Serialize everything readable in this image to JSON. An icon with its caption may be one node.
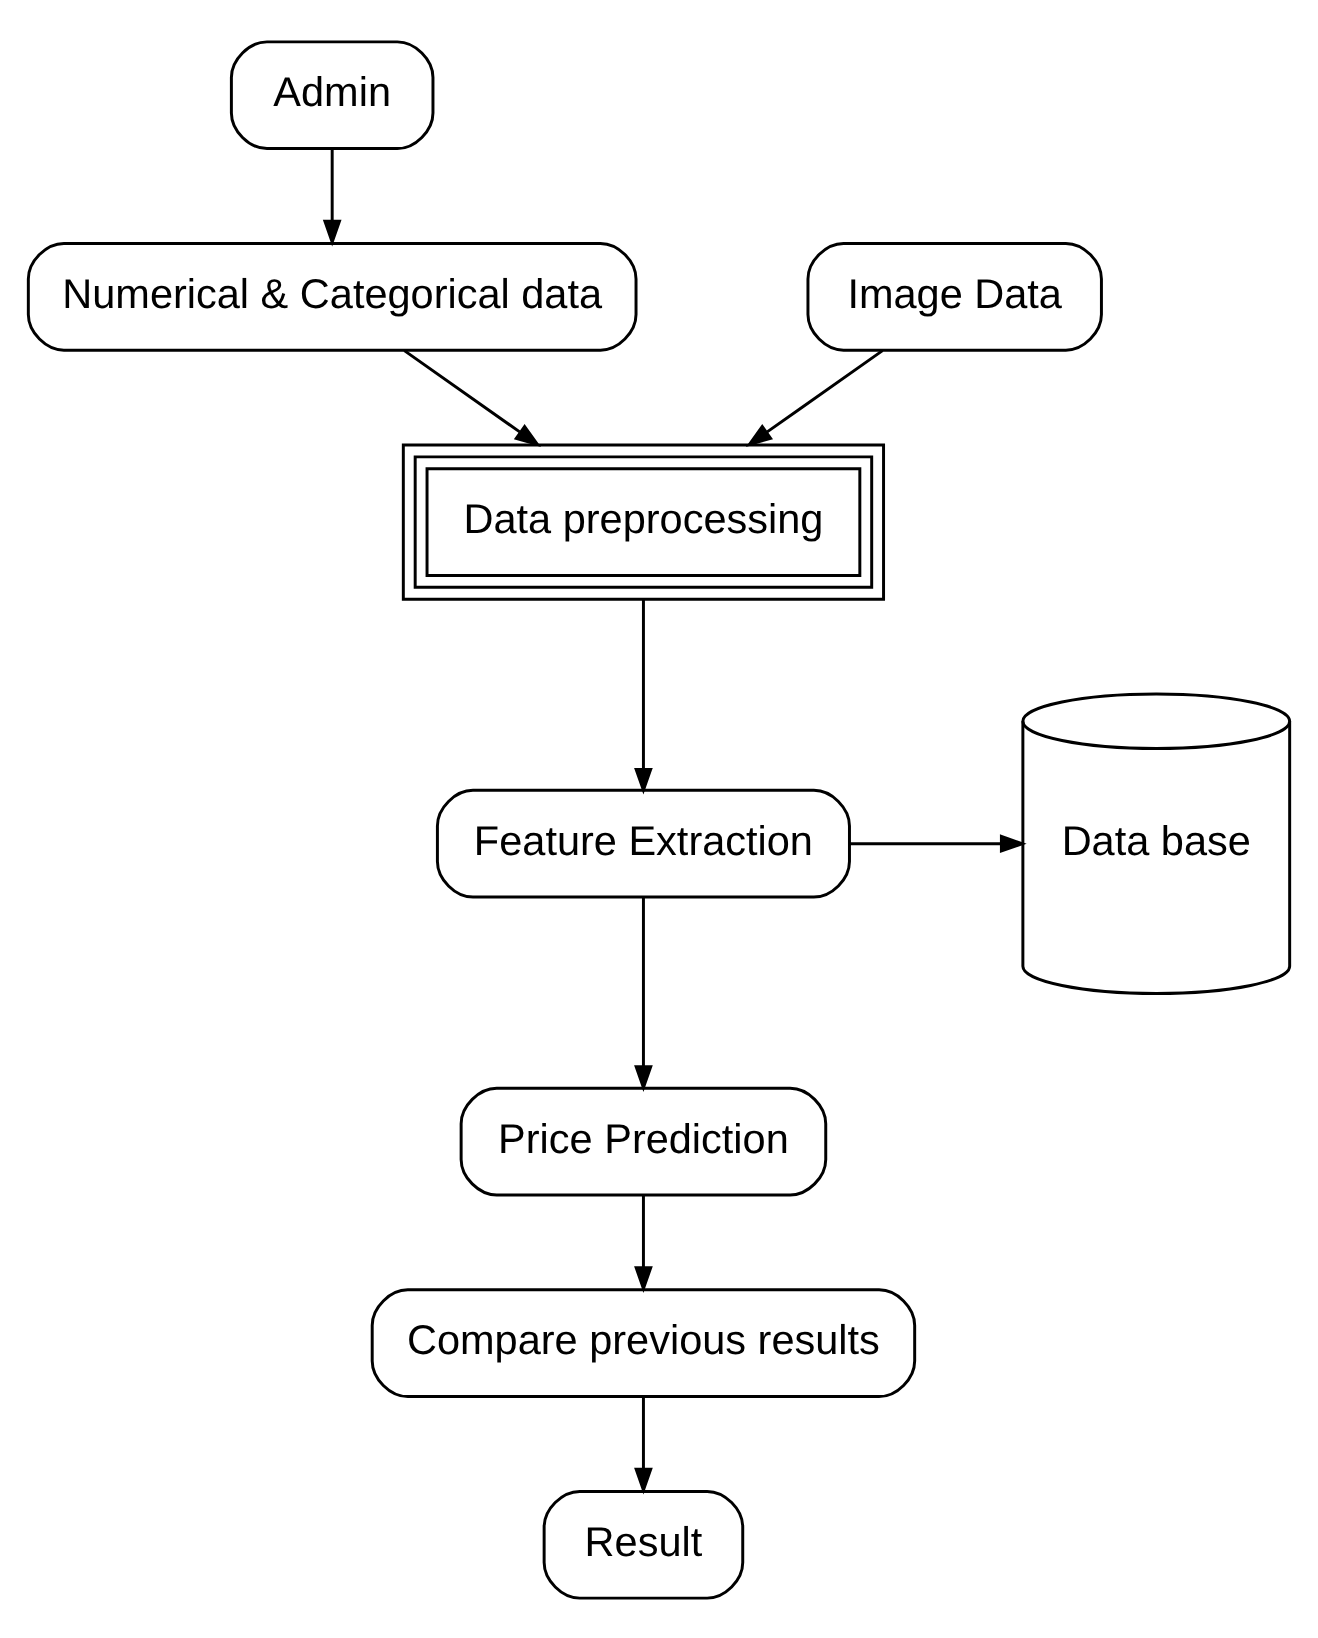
{
  "diagram": {
    "nodes": [
      {
        "text": [
          "Admin"
        ]
      },
      {
        "text": [
          "Numerical & Categorical data"
        ]
      },
      {
        "text": [
          "Image Data"
        ]
      },
      {
        "text": [
          "Data preprocessing"
        ]
      },
      {
        "text": [
          "Feature Extraction"
        ]
      },
      {
        "text": [
          "Data base"
        ]
      },
      {
        "text": [
          "Price Prediction"
        ]
      },
      {
        "text": [
          "Compare previous results"
        ]
      },
      {
        "text": [
          "Result"
        ]
      }
    ],
    "edges": [
      {
        "from": 0,
        "to": 1,
        "arrow": "to"
      },
      {
        "from": 1,
        "to": 3,
        "arrow": "to"
      },
      {
        "from": 2,
        "to": 3,
        "arrow": "to"
      },
      {
        "from": 3,
        "to": 4,
        "arrow": "to"
      },
      {
        "from": 4,
        "to": 5,
        "arrow": "to"
      },
      {
        "from": 4,
        "to": 6,
        "arrow": "to"
      },
      {
        "from": 6,
        "to": 7,
        "arrow": "to"
      },
      {
        "from": 7,
        "to": 8,
        "arrow": "to"
      }
    ]
  }
}
